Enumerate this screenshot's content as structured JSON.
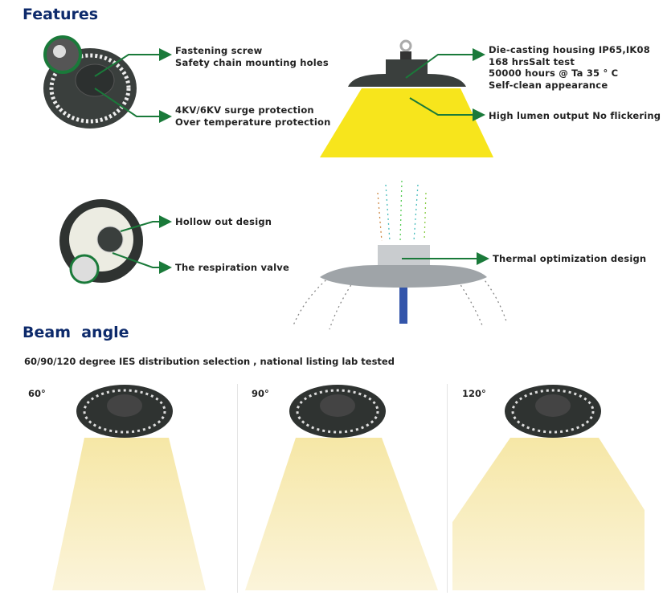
{
  "features": {
    "title": "Features",
    "top_left": [
      "Fastening screw",
      "Safety chain mounting holes"
    ],
    "top_left_bottom": [
      "4KV/6KV surge protection",
      "Over temperature protection"
    ],
    "top_right": [
      "Die-casting housing IP65,IK08",
      "168 hrsSalt test",
      "50000 hours @ Ta 35 ° C",
      "Self-clean appearance"
    ],
    "top_right_bottom": "High lumen output No flickering",
    "hollow": "Hollow out design",
    "valve": "The respiration valve",
    "thermal": "Thermal optimization design"
  },
  "beam": {
    "title": "Beam  angle",
    "subtitle": "60/90/120 degree IES distribution selection , national listing lab tested",
    "panels": [
      {
        "label": "60°"
      },
      {
        "label": "90°"
      },
      {
        "label": "120°"
      }
    ]
  },
  "colors": {
    "title": "#0d2a6b",
    "arrow": "#1a7a3a",
    "beam": "#f7e51c",
    "soft_beam": "#f8eec0"
  }
}
